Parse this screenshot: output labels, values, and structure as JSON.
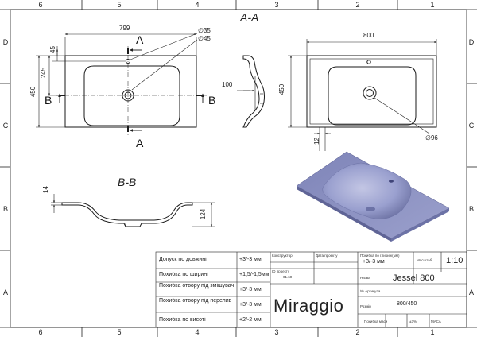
{
  "zone_labels": {
    "top": [
      "6",
      "5",
      "4",
      "3",
      "2",
      "1"
    ],
    "bottom": [
      "6",
      "5",
      "4",
      "3",
      "2",
      "1"
    ],
    "left": [
      "D",
      "C",
      "B",
      "A"
    ],
    "right": [
      "D",
      "C",
      "B",
      "A"
    ]
  },
  "section_titles": {
    "aa": "A-A",
    "bb": "B-B"
  },
  "cut_labels": {
    "a_top": "A",
    "a_bottom": "A",
    "b_left": "B",
    "b_right": "B"
  },
  "dimensions": {
    "top_view": {
      "width": "799",
      "dia_35": "∅35",
      "dia_45": "∅45",
      "d45": "45",
      "d245": "245",
      "d450": "450"
    },
    "section_aa": {
      "d100": "100"
    },
    "side_view": {
      "width": "800",
      "d450": "450",
      "d12": "12",
      "dia_96": "∅96"
    },
    "section_bb": {
      "d14": "14",
      "d124": "124"
    }
  },
  "title_block": {
    "tolerances": [
      {
        "label": "Допуск по довжині",
        "value": "+3/-3 мм"
      },
      {
        "label": "Похибка по ширині",
        "value": "+1,5/-1,5мм"
      },
      {
        "label": "Похибка отвору під змішувач",
        "value": "+3/-3 мм"
      },
      {
        "label": "Похибка отвору під перелив",
        "value": "+3/-3 мм"
      },
      {
        "label": "Похибка по висоті",
        "value": "+2/-2 мм"
      }
    ],
    "constructor_label": "Конструктор",
    "date_label": "Дата проекту",
    "project_id_label": "ID проекту",
    "project_id_value": "01.60",
    "depth_error_label": "Похибка по глибині(мм)",
    "depth_error_value": "+3/-3 мм",
    "scale_label": "Масштаб",
    "scale_value": "1:10",
    "name_label": "Назва",
    "name_value": "Jessel 800",
    "article_label": "№ Артикула",
    "size_label": "Розмір",
    "size_value": "800/450",
    "brand": "Miraggio",
    "mass_error_label": "Похибка маси",
    "mass_error_value": "±3%",
    "mass_label": "МАСА"
  },
  "colors": {
    "line": "#1a1a1a",
    "render_base": "#8a90c0",
    "render_dark": "#5f6496",
    "render_light": "#c3c6e4"
  }
}
